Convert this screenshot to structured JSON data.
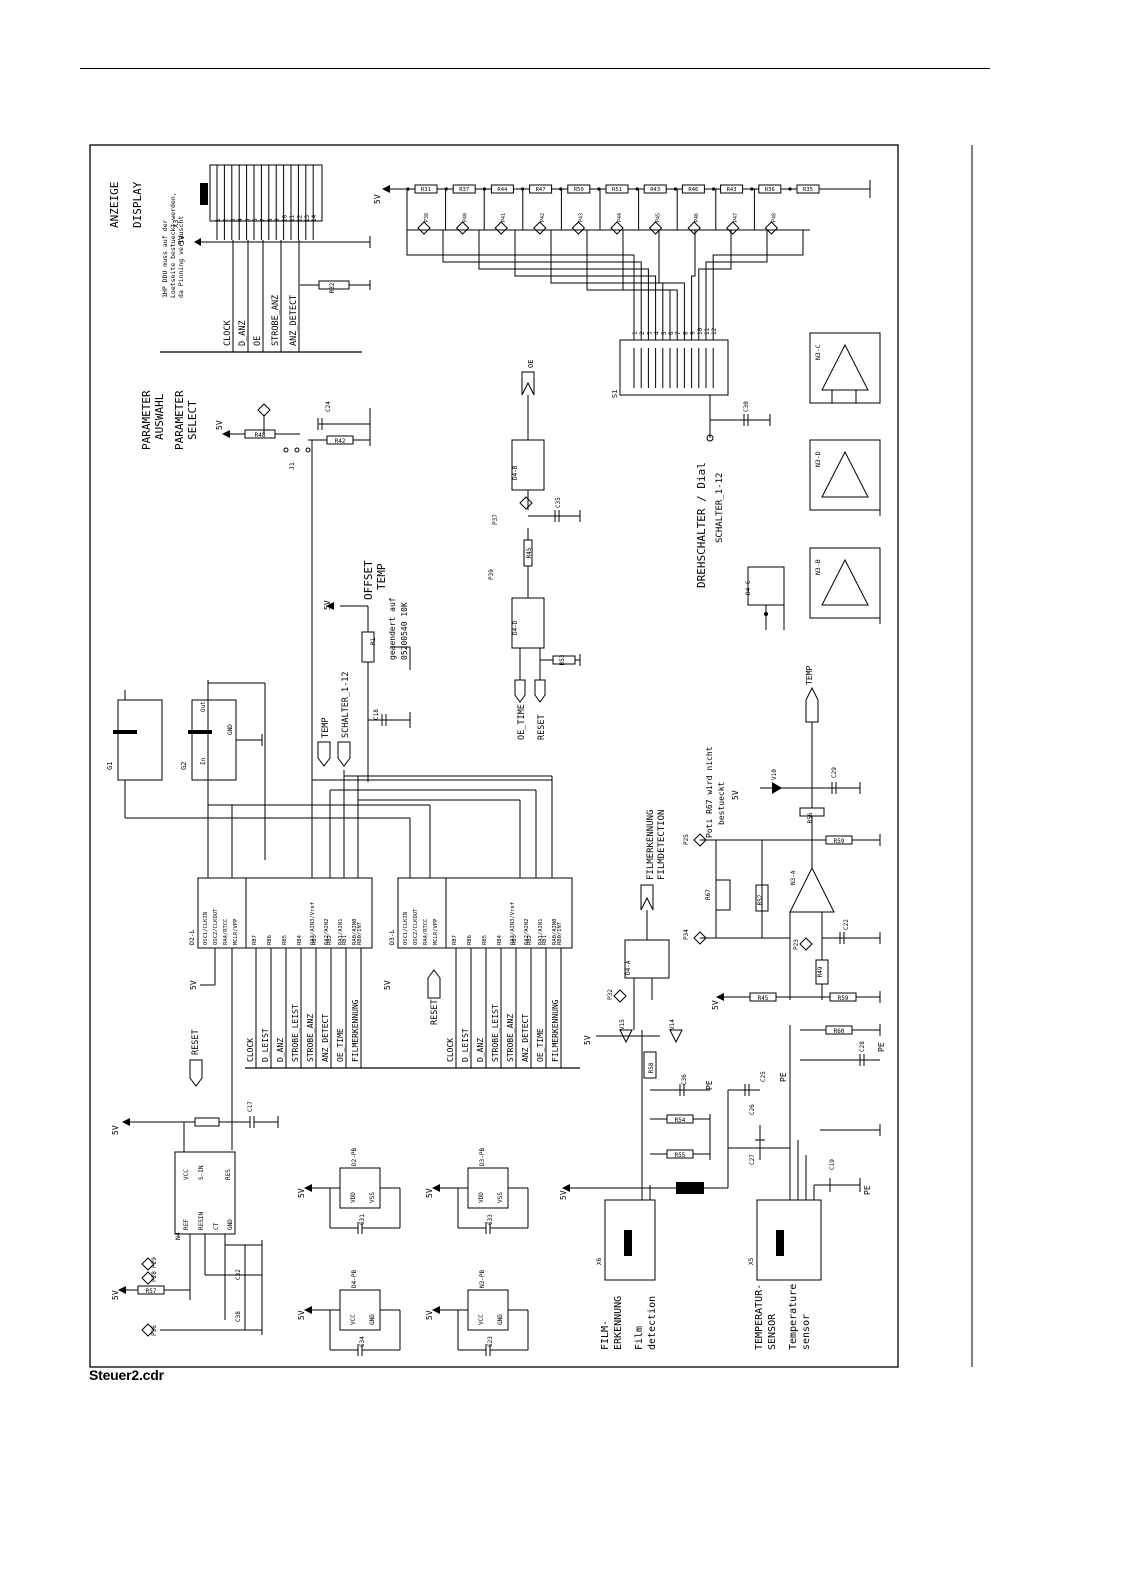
{
  "file_caption": "Steuer2.cdr",
  "blocks": {
    "anzeige": "ANZEIGE",
    "display": "DISPLAY",
    "x3": "X3",
    "x3_note": [
      "1HP DDU muss auf der",
      "Loetseite bestueckt werden,",
      "da Pinning vertauscht"
    ],
    "param1": "PARAMETER",
    "param2": "AUSWAHL",
    "param3": "PARAMETER",
    "param4": "SELECT",
    "offset1": "OFFSET",
    "offset2": "TEMP",
    "offset_note1": "geaendert auf",
    "offset_note2": "05200540 10K",
    "dreh1": "DREHSCHALTER / Dial",
    "dreh2": "SCHALTER_1-12",
    "film1": "FILMERKENNUNG",
    "film2": "FILMDETECTION",
    "poti1": "Poti R67 wird nicht",
    "poti2": "bestueckt",
    "filmerk1": "FILM-",
    "filmerk2": "ERKENNUNG",
    "filmdet1": "Film",
    "filmdet2": "detection",
    "temp1": "TEMPERATUR-",
    "temp2": "SENSOR",
    "temp3": "Temperature",
    "temp4": "sensor"
  },
  "signals_x3": [
    "CLOCK",
    "D_ANZ",
    "OE",
    "STROBE_ANZ",
    "ANZ_DETECT"
  ],
  "signals_u1": [
    "CLOCK",
    "D_LEIST",
    "D_ANZ",
    "STROBE_LEIST",
    "STROBE_ANZ",
    "ANZ_DETECT",
    "OE_TIME",
    "FILMERKENNUNG"
  ],
  "signals_u2": [
    "CLOCK",
    "D_LEIST",
    "D_ANZ",
    "STROBE_LEIST",
    "STROBE_ANZ",
    "ANZ_DETECT",
    "OE_TIME",
    "FILMERKENNUNG"
  ],
  "mcu_pins_left": [
    "RB7",
    "RB6",
    "RB5",
    "RB4",
    "RB3",
    "RB2",
    "RB1",
    "RB0/INT"
  ],
  "mcu_pins_right": [
    "RA3/AIN3/Vref",
    "RA2/AIN2",
    "RA1/AIN1",
    "RA0/AIN0"
  ],
  "mcu_pins_osc": [
    "OSC1/CLKIN",
    "OSC2/CLKOUT",
    "RA4/RTCC",
    "MCLR/VPP"
  ],
  "mcu_labels": [
    "D2-L",
    "D3-L"
  ],
  "nets": {
    "v5": "5V",
    "pe": "PE",
    "reset": "RESET",
    "temp": "TEMP",
    "schalter": "SCHALTER_1-12",
    "oe": "OE",
    "oe_time": "OE_TIME"
  },
  "res_row": [
    "R31",
    "R37",
    "R44",
    "R47",
    "R50",
    "R51",
    "R43",
    "R46",
    "R43",
    "R36",
    "R35"
  ],
  "tp_row": [
    "P38",
    "P40",
    "P41",
    "P42",
    "P43",
    "P44",
    "P45",
    "P46",
    "P47",
    "P48"
  ],
  "switch_pins": [
    "1",
    "2",
    "3",
    "4",
    "5",
    "6",
    "7",
    "8",
    "9",
    "10",
    "11",
    "12"
  ],
  "switch_label": "S1",
  "parts": {
    "G1": "G1",
    "G2": "G2",
    "C17": "C17",
    "C18": "C18",
    "C24": "C24",
    "C30": "C30",
    "C35": "C35",
    "C36": "C36",
    "C25": "C25",
    "C26": "C26",
    "C27": "C27",
    "C28": "C28",
    "C29": "C29",
    "C19": "C19",
    "C22": "C22",
    "C31": "C31",
    "C33": "C33",
    "C34": "C34",
    "C23": "C23",
    "C32": "C32",
    "C38": "C38",
    "R32": "R32",
    "R48": "R48",
    "R42": "R42",
    "R45": "R45",
    "R53": "R53",
    "R57": "R57",
    "R58": "R58",
    "R54": "R54",
    "R55": "R55",
    "R52": "R52",
    "R49": "R49",
    "R59": "R59",
    "R56": "R56",
    "R60": "R60",
    "R67": "R67",
    "R1": "R1",
    "V10": "V10",
    "V14": "V14",
    "V15": "V15",
    "N3C": "N3-C",
    "N3D": "N3-D",
    "N3B": "N3-B",
    "N3A": "N3-A",
    "D4A": "D4-A",
    "D4B": "D4-B",
    "D4C": "D4-C",
    "D4D": "D4-D",
    "N4": "N4",
    "X5": "X5",
    "X6": "X6",
    "J1": "J1",
    "D2PB": "D2-PB",
    "D3PB": "D3-PB",
    "D4PB": "D4-PB",
    "N3PB": "N3-PB",
    "P39": "P39",
    "P37": "P37",
    "P34": "P34",
    "P23": "P23",
    "P25": "P25",
    "P32": "P32",
    "P29": "P29",
    "P28": "P28",
    "P36": "P36",
    "P33": "P33"
  },
  "n4_pins": [
    "VCC",
    "S-IN",
    "RES",
    "REF",
    "RESIN",
    "CT",
    "GND"
  ],
  "pb_pins": [
    "VDD",
    "VSS",
    "VCC",
    "GND"
  ],
  "osc_pins": [
    "Out",
    "In",
    "GND"
  ]
}
